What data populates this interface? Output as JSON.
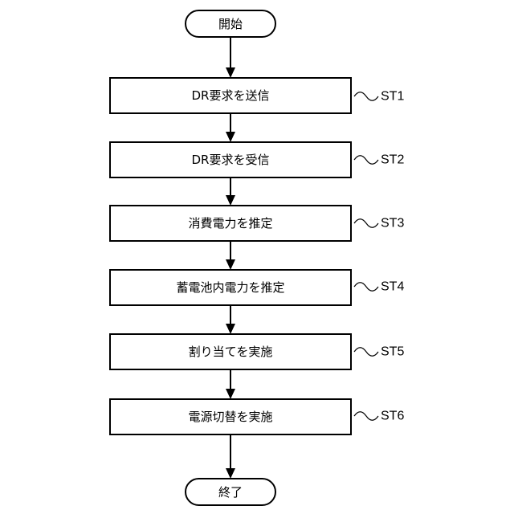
{
  "start_label": "開始",
  "end_label": "終了",
  "steps": [
    {
      "text": "DR要求を送信",
      "id": "ST1"
    },
    {
      "text": "DR要求を受信",
      "id": "ST2"
    },
    {
      "text": "消費電力を推定",
      "id": "ST3"
    },
    {
      "text": "蓄電池内電力を推定",
      "id": "ST4"
    },
    {
      "text": "割り当てを実施",
      "id": "ST5"
    },
    {
      "text": "電源切替を実施",
      "id": "ST6"
    }
  ]
}
